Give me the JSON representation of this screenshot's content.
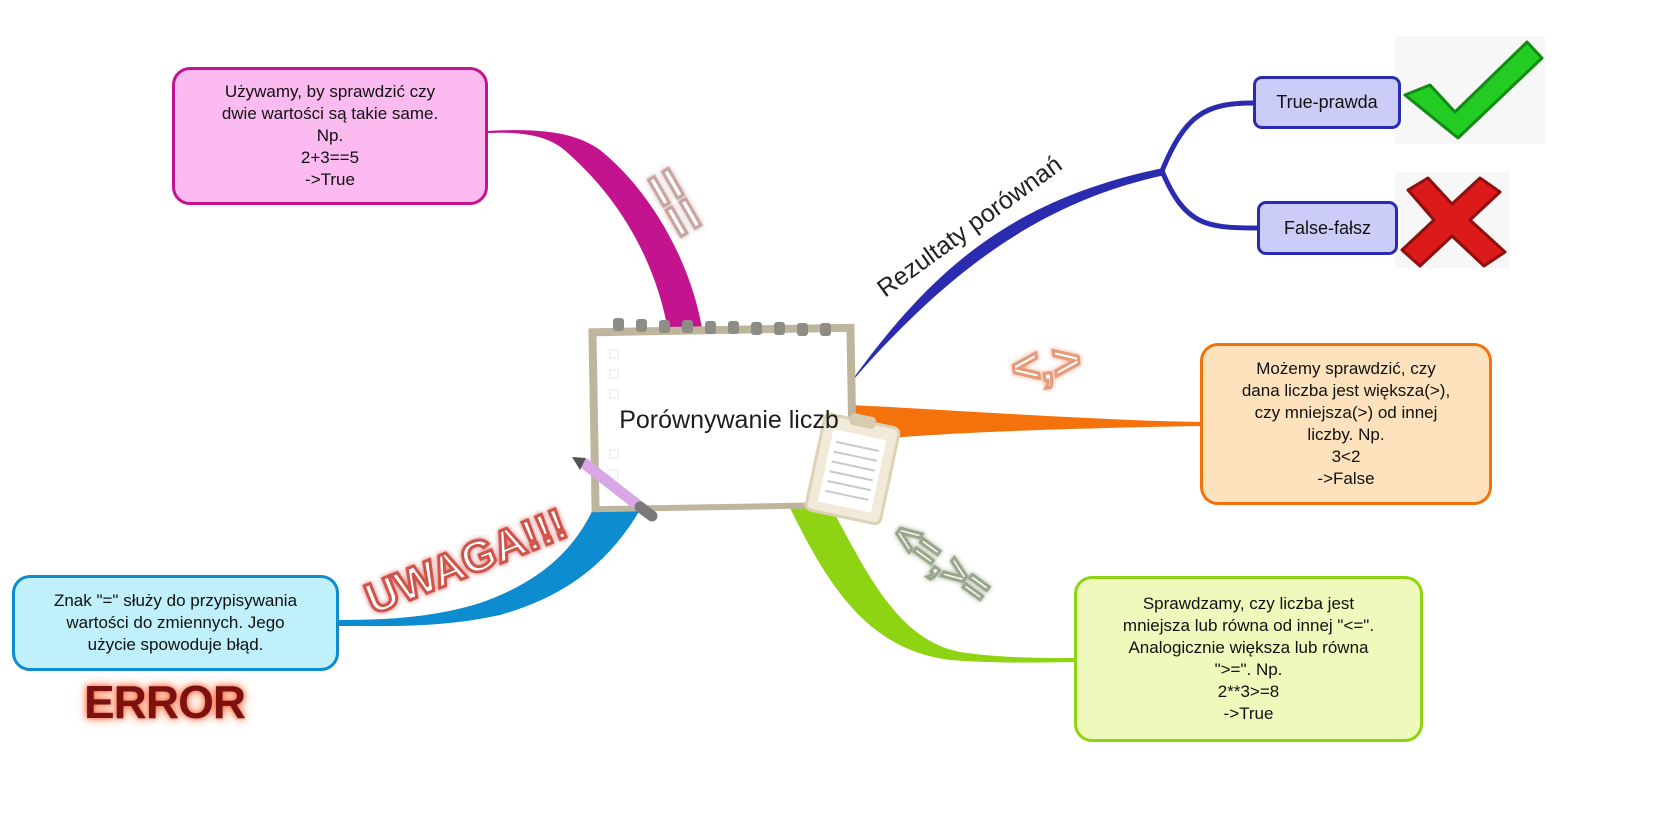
{
  "central_topic": "Porównywanie liczb",
  "branches": {
    "equality": {
      "label": "==",
      "color": "#c3138f",
      "note_lines": [
        "Używamy, by sprawdzić czy",
        "dwie wartości są takie same.",
        "Np.",
        "2+3==5",
        "->True"
      ]
    },
    "results": {
      "label": "Rezultaty porównań",
      "color": "#2b2bb0",
      "true_label": "True-prawda",
      "false_label": "False-fałsz"
    },
    "compare": {
      "label": "<,>",
      "color": "#f3720c",
      "note_lines": [
        "Możemy sprawdzić, czy",
        "dana liczba jest większa(>),",
        "czy mniejsza(>) od innej",
        "liczby. Np.",
        "3<2",
        "->False"
      ]
    },
    "leq": {
      "label": "<=,>=",
      "color": "#8fd413",
      "note_lines": [
        "Sprawdzamy, czy liczba jest",
        "mniejsza lub równa od innej \"<=\".",
        "Analogicznie większa lub równa",
        "\">=\". Np.",
        "2**3>=8",
        "->True"
      ]
    },
    "warning": {
      "label": "UWAGA!!!",
      "color": "#0d8ccf",
      "note_lines": [
        "Znak \"=\" służy do przypisywania",
        "wartości do zmiennych. Jego",
        "użycie spowoduje błąd."
      ],
      "error_label": "ERROR"
    }
  }
}
